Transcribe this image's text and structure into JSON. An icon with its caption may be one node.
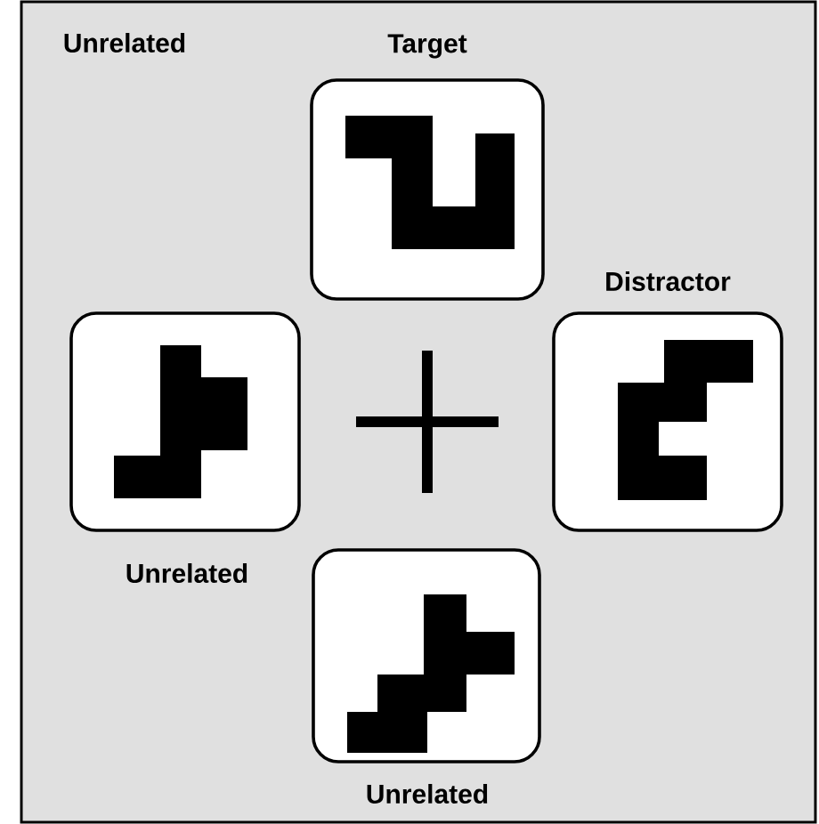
{
  "diagram": {
    "nodes": [
      {
        "text": [
          "Target"
        ]
      },
      {
        "text": [
          "Unrelated"
        ]
      },
      {
        "text": [
          "Distractor"
        ]
      },
      {
        "text": [
          "Unrelated"
        ]
      }
    ],
    "labels": [
      "Unrelated"
    ]
  }
}
